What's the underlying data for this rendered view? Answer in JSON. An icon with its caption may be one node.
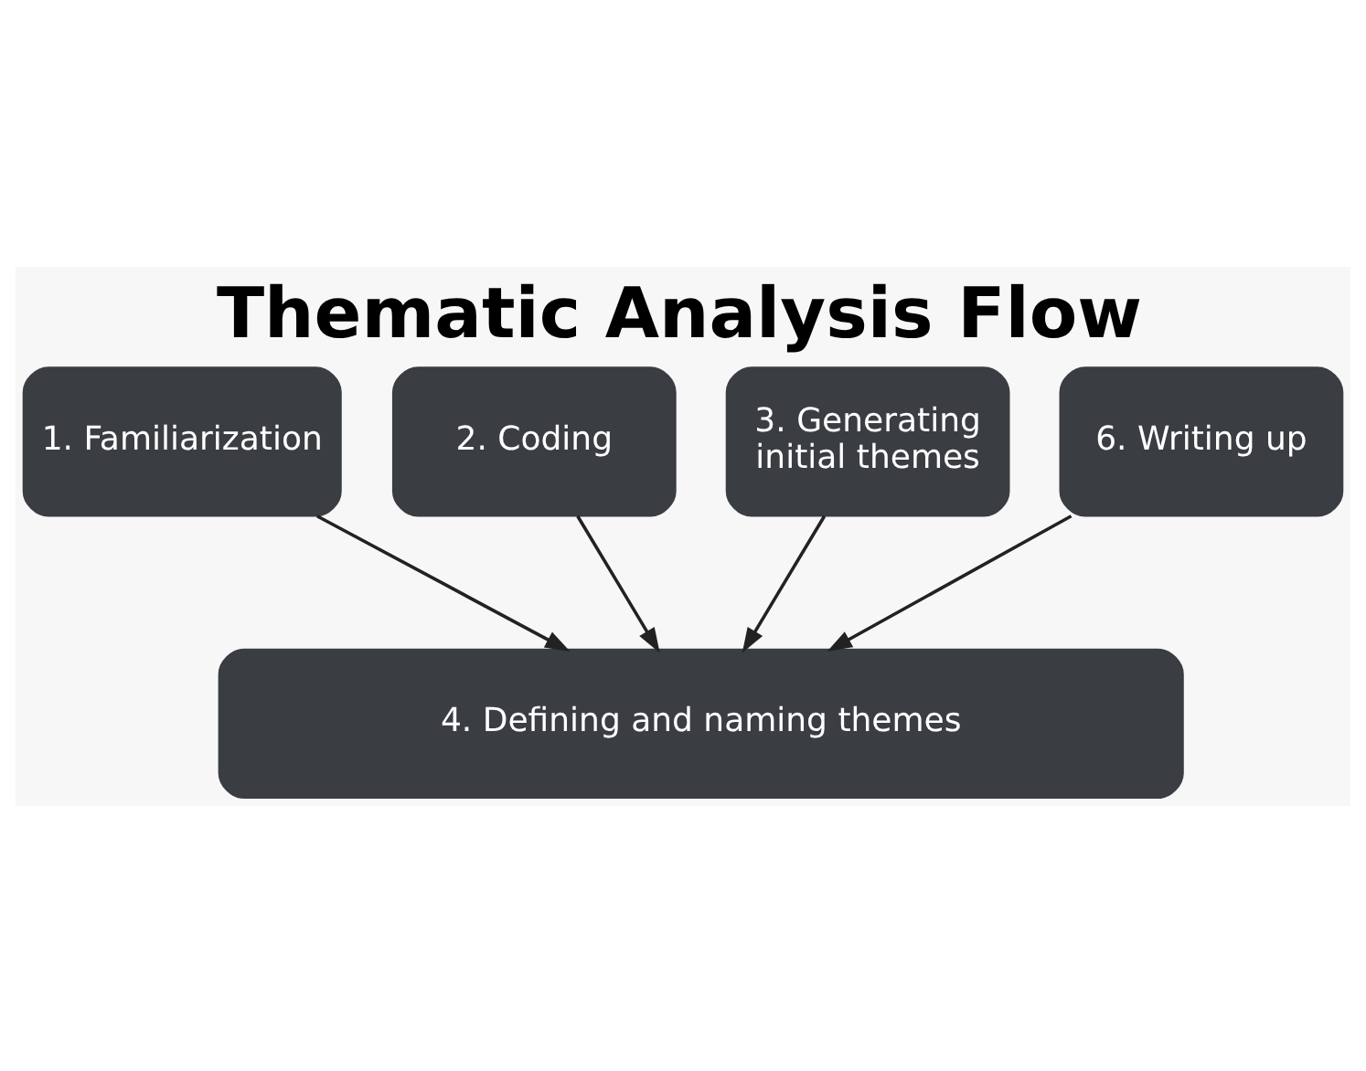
{
  "diagram": {
    "title": "Thematic Analysis Flow",
    "nodes": [
      {
        "text": [
          "1. Familiarization"
        ]
      },
      {
        "text": [
          "2. Coding"
        ]
      },
      {
        "text": [
          "3. Generating initial themes"
        ]
      },
      {
        "text": [
          "6. Writing up"
        ]
      },
      {
        "text": [
          "4. Defining and naming themes"
        ]
      }
    ],
    "edges": [
      {
        "from": 0,
        "to": 4,
        "arrow": "to"
      },
      {
        "from": 1,
        "to": 4,
        "arrow": "to"
      },
      {
        "from": 2,
        "to": 4,
        "arrow": "to"
      },
      {
        "from": 3,
        "to": 4,
        "arrow": "to"
      }
    ]
  }
}
